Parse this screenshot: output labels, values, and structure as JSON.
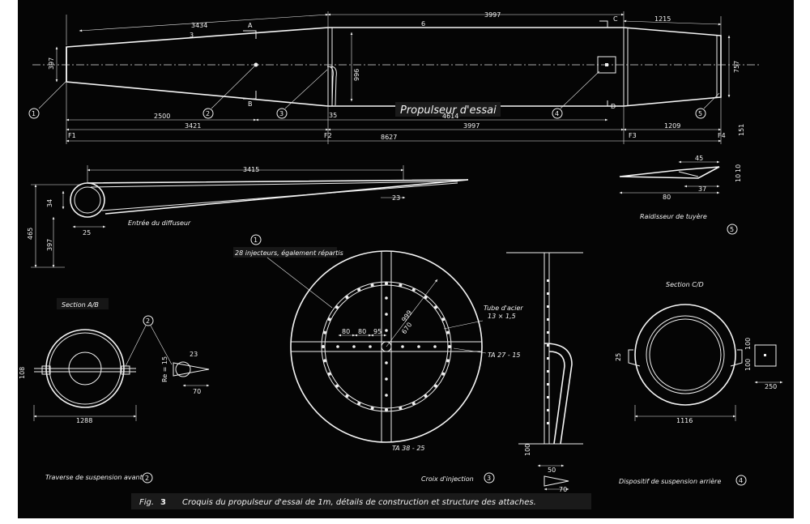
{
  "top_view": {
    "title": "Propulseur d'essai",
    "dims_top": [
      "3434",
      "3997",
      "1215"
    ],
    "section_marks": [
      "A",
      "B",
      "C",
      "D"
    ],
    "small_marks": [
      "3",
      "6"
    ],
    "dims_side": [
      "397",
      "996",
      "757"
    ],
    "dim_35": "35",
    "callouts": [
      "1",
      "2",
      "3",
      "4",
      "5"
    ],
    "dims_row1": [
      "2500",
      "4614"
    ],
    "dims_row2": [
      "3421",
      "3997",
      "1209"
    ],
    "dim_total": "8627",
    "stations": [
      "F1",
      "F2",
      "F3",
      "F4"
    ],
    "dim_right": "151"
  },
  "diffuser": {
    "label": "Entrée du diffuseur",
    "dims": [
      "3415",
      "34",
      "23",
      "25",
      "465",
      "397"
    ]
  },
  "stiffener": {
    "label": "Raidisseur de tuyère",
    "dims": [
      "45",
      "37",
      "10",
      "10",
      "80"
    ],
    "callout": "5"
  },
  "section_ab": {
    "title": "Section A/B",
    "dims": [
      "108",
      "1288",
      "23",
      "70",
      "Re = 15"
    ],
    "callout": "2",
    "caption": "Traverse de suspension avant",
    "caption_num": "2"
  },
  "injection_cross": {
    "callout": "1",
    "note": "28 injecteurs, également répartis",
    "dims": [
      "80",
      "80",
      "95",
      "999",
      "670"
    ],
    "tube_label": "Tube d'acier",
    "tube_size": "13 × 1,5",
    "ta_right": "TA 27 - 15",
    "ta_bottom": "TA 38 - 25",
    "caption": "Croix d'injection",
    "caption_num": "3",
    "side_dims": [
      "100",
      "50",
      "70"
    ]
  },
  "section_cd": {
    "title": "Section C/D",
    "dims": [
      "25",
      "100",
      "100",
      "250",
      "1116"
    ],
    "caption": "Dispositif de suspension arrière",
    "caption_num": "4"
  },
  "figure": {
    "label": "Fig.",
    "number": "3",
    "caption": "Croquis du propulseur d'essai de 1m, détails de construction et structure des attaches."
  }
}
